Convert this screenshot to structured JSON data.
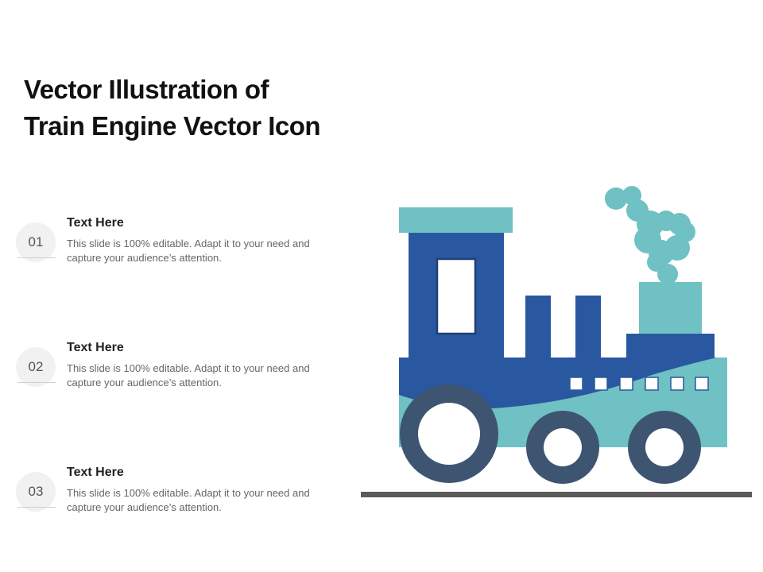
{
  "slide": {
    "title_line1": "Vector Illustration of",
    "title_line2": "Train Engine Vector Icon"
  },
  "items": [
    {
      "number": "01",
      "heading": "Text Here",
      "body": "This slide is 100% editable. Adapt it to your need and capture your audience’s attention."
    },
    {
      "number": "02",
      "heading": "Text Here",
      "body": "This slide is 100% editable. Adapt it to your need and capture your audience’s attention."
    },
    {
      "number": "03",
      "heading": "Text Here",
      "body": "This slide is 100% editable. Adapt it to your need and capture your audience’s attention."
    }
  ],
  "illustration": {
    "icon": "train-engine-icon",
    "colors": {
      "dark_blue": "#2A58A0",
      "teal": "#6FC1C3",
      "wheel": "#3E5572",
      "rail": "#5A5A5A"
    }
  }
}
